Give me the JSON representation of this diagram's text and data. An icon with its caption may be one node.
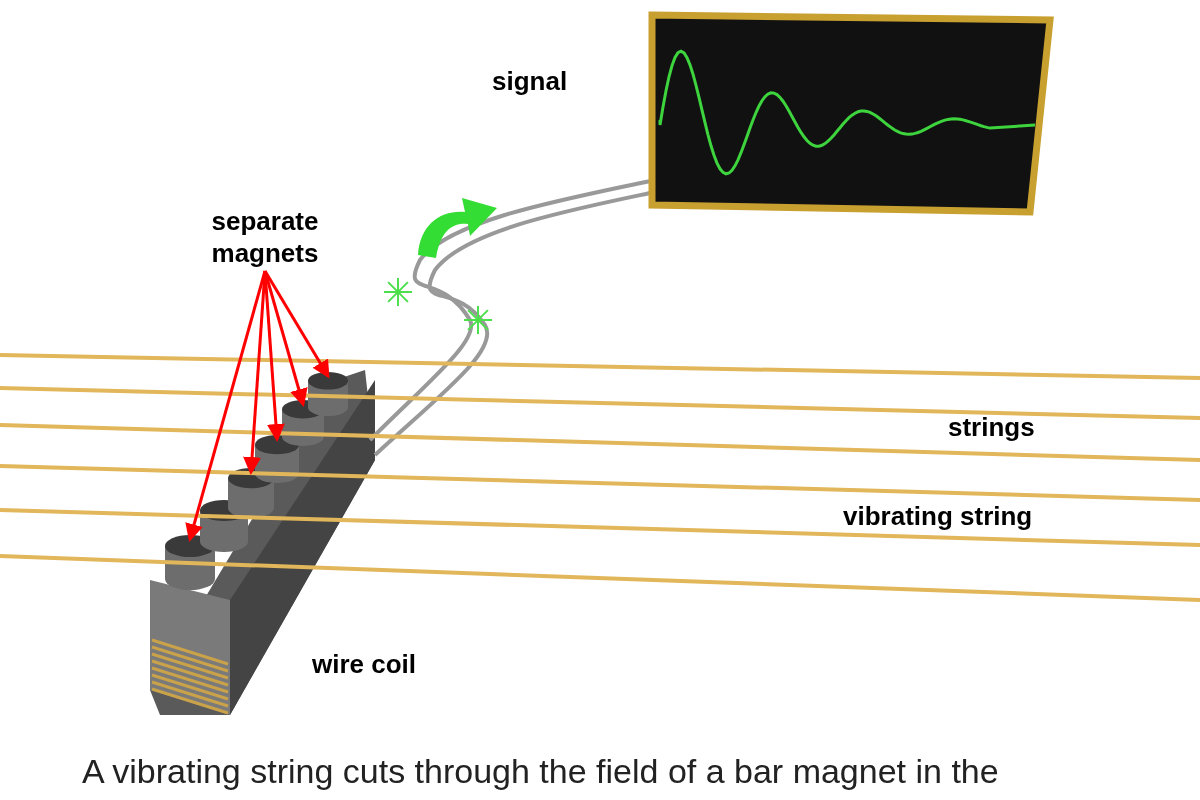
{
  "diagram": {
    "caption": "A vibrating string cuts through the field of a bar magnet in the",
    "nodes": [
      {
        "text": [
          "separate magnets"
        ]
      },
      {
        "text": [],
        "shape": "cylinder"
      },
      {
        "text": [],
        "shape": "cylinder"
      },
      {
        "text": [],
        "shape": "cylinder"
      },
      {
        "text": [],
        "shape": "cylinder"
      },
      {
        "text": [],
        "shape": "cylinder"
      },
      {
        "text": [],
        "shape": "cylinder"
      }
    ],
    "edges": [
      {
        "from": 0,
        "to": 1,
        "arrow": "to",
        "color": "#ff0000"
      },
      {
        "from": 0,
        "to": 3,
        "arrow": "to",
        "color": "#ff0000"
      },
      {
        "from": 0,
        "to": 4,
        "arrow": "to",
        "color": "#ff0000"
      },
      {
        "from": 0,
        "to": 5,
        "arrow": "to",
        "color": "#ff0000"
      },
      {
        "from": 0,
        "to": 6,
        "arrow": "to",
        "color": "#ff0000"
      }
    ],
    "labels": [
      "signal",
      "strings",
      "vibrating string",
      "wire coil"
    ]
  }
}
